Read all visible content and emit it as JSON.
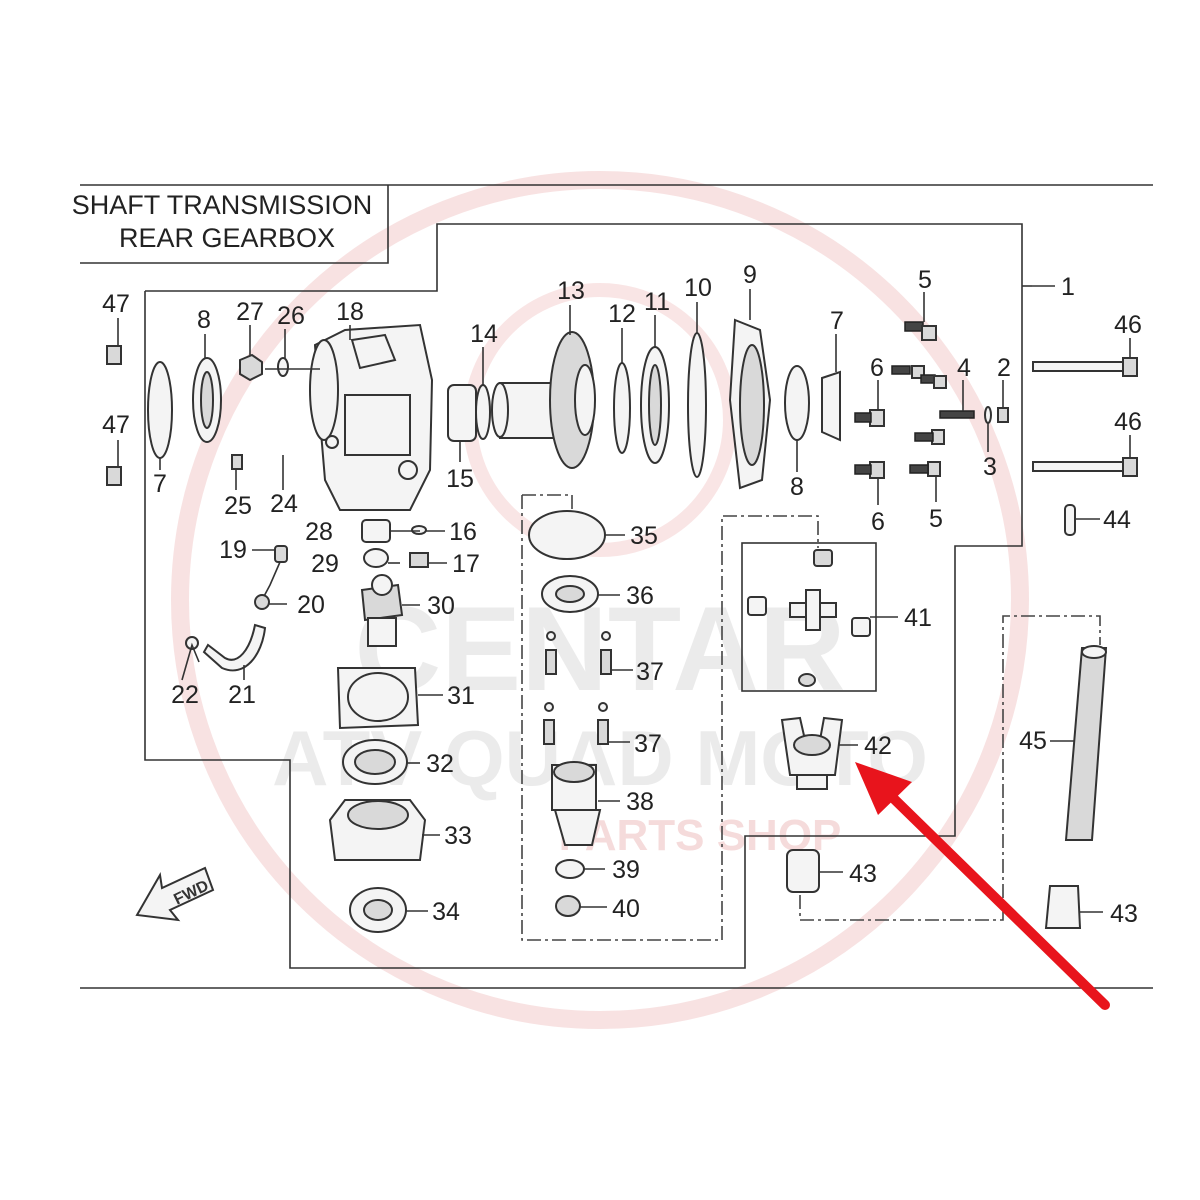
{
  "title": {
    "line1": "SHAFT TRANSMISSION",
    "line2": "REAR GEARBOX"
  },
  "watermark": {
    "line1": "CENTAR",
    "line2": "ATV QUAD MOTO",
    "line3": "PARTS SHOP",
    "logo_letter": "C"
  },
  "fwd_label": "FWD",
  "arrow": {
    "color": "#e8141c",
    "points_to": "42"
  },
  "labels": {
    "n1": "1",
    "n2": "2",
    "n3": "3",
    "n4": "4",
    "n5a": "5",
    "n5b": "5",
    "n6a": "6",
    "n6b": "6",
    "n7a": "7",
    "n7b": "7",
    "n8a": "8",
    "n8b": "8",
    "n9": "9",
    "n10": "10",
    "n11": "11",
    "n12": "12",
    "n13": "13",
    "n14": "14",
    "n15": "15",
    "n16": "16",
    "n17": "17",
    "n18": "18",
    "n19": "19",
    "n20": "20",
    "n21": "21",
    "n22": "22",
    "n24": "24",
    "n25": "25",
    "n26": "26",
    "n27": "27",
    "n28": "28",
    "n29": "29",
    "n30": "30",
    "n31": "31",
    "n32": "32",
    "n33": "33",
    "n34": "34",
    "n35": "35",
    "n36": "36",
    "n37a": "37",
    "n37b": "37",
    "n38": "38",
    "n39": "39",
    "n40": "40",
    "n41": "41",
    "n42": "42",
    "n43a": "43",
    "n43b": "43",
    "n44": "44",
    "n45": "45",
    "n46a": "46",
    "n46b": "46",
    "n47a": "47",
    "n47b": "47"
  }
}
